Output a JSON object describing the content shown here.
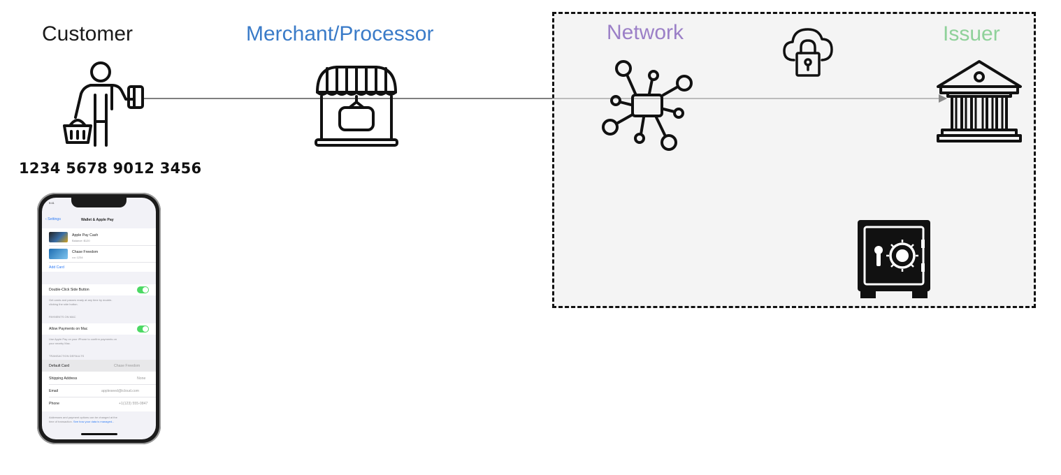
{
  "labels": {
    "customer": "Customer",
    "merchant": "Merchant/Processor",
    "network": "Network",
    "issuer": "Issuer"
  },
  "colors": {
    "customer": "#1a1a1a",
    "merchant": "#3a7bc8",
    "network": "#9b7fc7",
    "issuer": "#8fd19a",
    "zone_border": "#111111",
    "zone_fill": "#f4f4f4"
  },
  "card_number": "1234 5678 9012 3456",
  "icons": {
    "customer": "customer-with-basket-and-card-icon",
    "merchant": "storefront-icon",
    "network": "network-hub-icon",
    "cloud_lock": "cloud-lock-icon",
    "issuer": "bank-building-icon",
    "vault": "safe-vault-icon"
  },
  "phone": {
    "status_time": "9:41",
    "back_label": "Settings",
    "title": "Wallet & Apple Pay",
    "cards": [
      {
        "name": "Apple Pay Cash",
        "detail": "Balance: $120"
      },
      {
        "name": "Chase Freedom",
        "detail": "•••• 1234"
      }
    ],
    "add_card": "Add Card",
    "double_click_label": "Double-Click Side Button",
    "double_click_note_1": "Get cards and passes ready at any time by double-",
    "double_click_note_2": "clicking the side button.",
    "payments_header": "PAYMENTS ON MAC",
    "allow_mac_label": "Allow Payments on Mac",
    "allow_mac_note_1": "Use Apple Pay on your iPhone to confirm payments on",
    "allow_mac_note_2": "your nearby Mac.",
    "transaction_header": "TRANSACTION DEFAULTS",
    "rows": [
      {
        "label": "Default Card",
        "value": "Chase Freedom"
      },
      {
        "label": "Shipping Address",
        "value": "None"
      },
      {
        "label": "Email",
        "value": "appleseed@icloud.com"
      },
      {
        "label": "Phone",
        "value": "+1(123) 555-0847"
      }
    ],
    "footer_1": "Addresses and payment options can be changed at the",
    "footer_2": "time of transaction.",
    "footer_link": "See how your data is managed..."
  }
}
